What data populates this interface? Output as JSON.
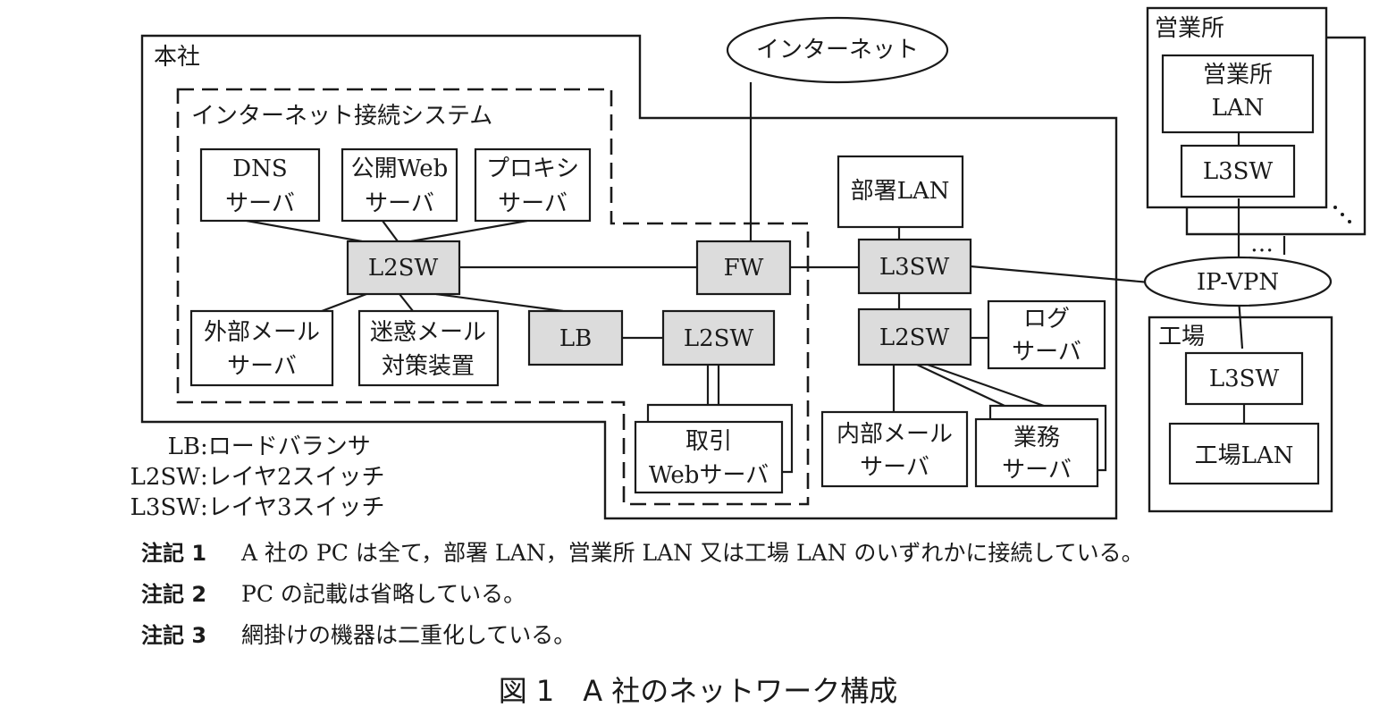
{
  "regions": {
    "head_office": "本社",
    "internet_system": "インターネット接続システム",
    "sales_office": "営業所",
    "factory": "工場"
  },
  "clouds": {
    "internet": "インターネット",
    "ip_vpn": "IP-VPN"
  },
  "nodes": {
    "dns_server": [
      "DNS",
      "サーバ"
    ],
    "public_web_server": [
      "公開Web",
      "サーバ"
    ],
    "proxy_server": [
      "プロキシ",
      "サーバ"
    ],
    "l2sw_internet": [
      "L2SW"
    ],
    "external_mail_server": [
      "外部メール",
      "サーバ"
    ],
    "spam_appliance": [
      "迷惑メール",
      "対策装置"
    ],
    "lb": [
      "LB"
    ],
    "l2sw_trade": [
      "L2SW"
    ],
    "trade_web_server": [
      "取引",
      "Webサーバ"
    ],
    "fw": [
      "FW"
    ],
    "dept_lan": [
      "部署LAN"
    ],
    "l3sw_head": [
      "L3SW"
    ],
    "l2sw_internal": [
      "L2SW"
    ],
    "log_server": [
      "ログ",
      "サーバ"
    ],
    "internal_mail_server": [
      "内部メール",
      "サーバ"
    ],
    "business_server": [
      "業務",
      "サーバ"
    ],
    "sales_lan": [
      "営業所",
      "LAN"
    ],
    "l3sw_sales": [
      "L3SW"
    ],
    "l3sw_factory": [
      "L3SW"
    ],
    "factory_lan": [
      "工場LAN"
    ]
  },
  "ellipsis": "…",
  "legend": [
    {
      "abbr": "LB",
      "desc": "ロードバランサ"
    },
    {
      "abbr": "L2SW",
      "desc": "レイヤ2スイッチ"
    },
    {
      "abbr": "L3SW",
      "desc": "レイヤ3スイッチ"
    }
  ],
  "notes": [
    {
      "label": "注記 1",
      "text": "A 社の PC は全て，部署 LAN，営業所 LAN 又は工場 LAN のいずれかに接続している。"
    },
    {
      "label": "注記 2",
      "text": "PC の記載は省略している。"
    },
    {
      "label": "注記 3",
      "text": "網掛けの機器は二重化している。"
    }
  ],
  "caption": "図 1　A 社のネットワーク構成",
  "colors": {
    "shaded_device": "#dcdcdc",
    "line": "#1a1a1a",
    "background": "#ffffff"
  }
}
